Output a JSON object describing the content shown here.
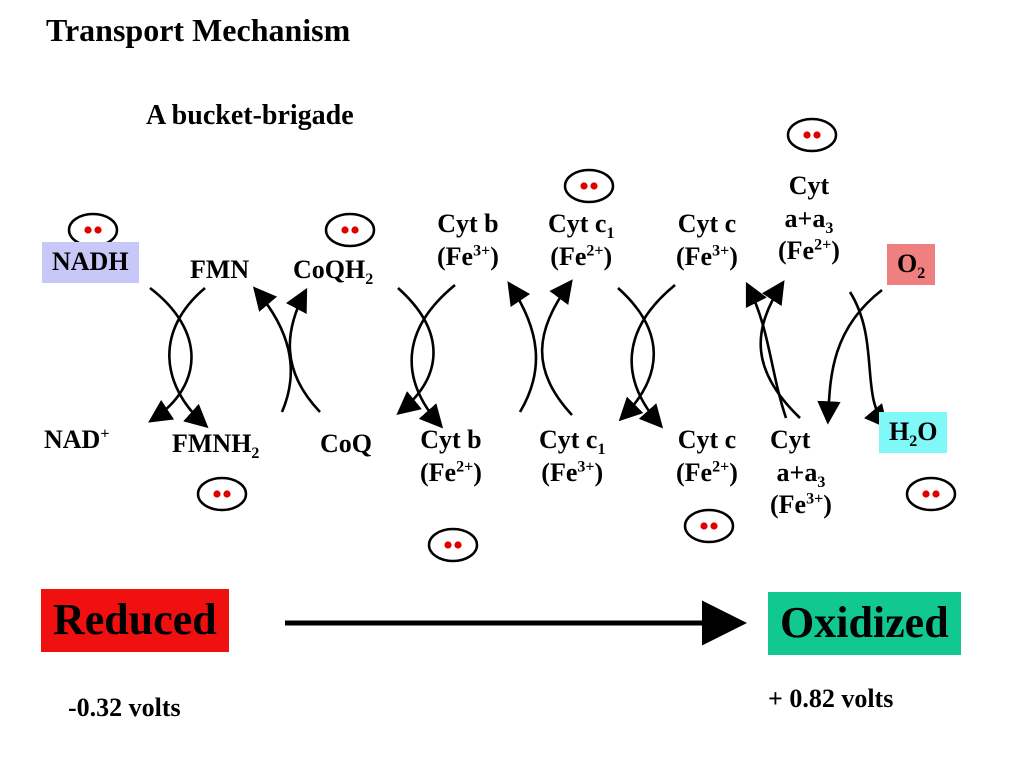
{
  "title": "Transport Mechanism",
  "subtitle": "A bucket-brigade",
  "top_row": {
    "nadh": "NADH",
    "fmn": "FMN",
    "coqh2": {
      "base": "CoQH",
      "sub": "2"
    },
    "cytb": {
      "line1": "Cyt b",
      "line2_pre": "(Fe",
      "line2_sup": "3+",
      "line2_post": ")"
    },
    "cytc1": {
      "line1_pre": "Cyt c",
      "line1_sub": "1",
      "line2_pre": "(Fe",
      "line2_sup": "2+",
      "line2_post": ")"
    },
    "cytc": {
      "line1": "Cyt c",
      "line2_pre": "(Fe",
      "line2_sup": "3+",
      "line2_post": ")"
    },
    "cytaa3": {
      "line1": "Cyt",
      "line2_pre": "a+a",
      "line2_sub": "3",
      "line3_pre": "(Fe",
      "line3_sup": "2+",
      "line3_post": ")"
    },
    "o2": {
      "base": "O",
      "sub": "2"
    }
  },
  "bottom_row": {
    "nad": {
      "base": "NAD",
      "sup": "+"
    },
    "fmnh2": {
      "base": "FMNH",
      "sub": "2"
    },
    "coq": "CoQ",
    "cytb": {
      "line1": "Cyt b",
      "line2_pre": "(Fe",
      "line2_sup": "2+",
      "line2_post": ")"
    },
    "cytc1": {
      "line1_pre": "Cyt c",
      "line1_sub": "1",
      "line2_pre": "(Fe",
      "line2_sup": "3+",
      "line2_post": ")"
    },
    "cytc": {
      "line1": "Cyt c",
      "line2_pre": "(Fe",
      "line2_sup": "2+",
      "line2_post": ")"
    },
    "cytaa3": {
      "line1": "Cyt",
      "line2_pre": "a+a",
      "line2_sub": "3",
      "line3_pre": "(Fe",
      "line3_sup": "3+",
      "line3_post": ")"
    },
    "h2o": {
      "base": "H",
      "sub": "2",
      "post": "O"
    }
  },
  "reduced_label": "Reduced",
  "oxidized_label": "Oxidized",
  "reduced_volts": "-0.32 volts",
  "oxidized_volts": "+ 0.82 volts",
  "colors": {
    "nadh_box": "#c8c8f8",
    "o2_box": "#f08080",
    "h2o_box": "#80f8f8",
    "reduced_box": "#f01010",
    "oxidized_box": "#10c890",
    "electron_dot": "#e00000"
  }
}
